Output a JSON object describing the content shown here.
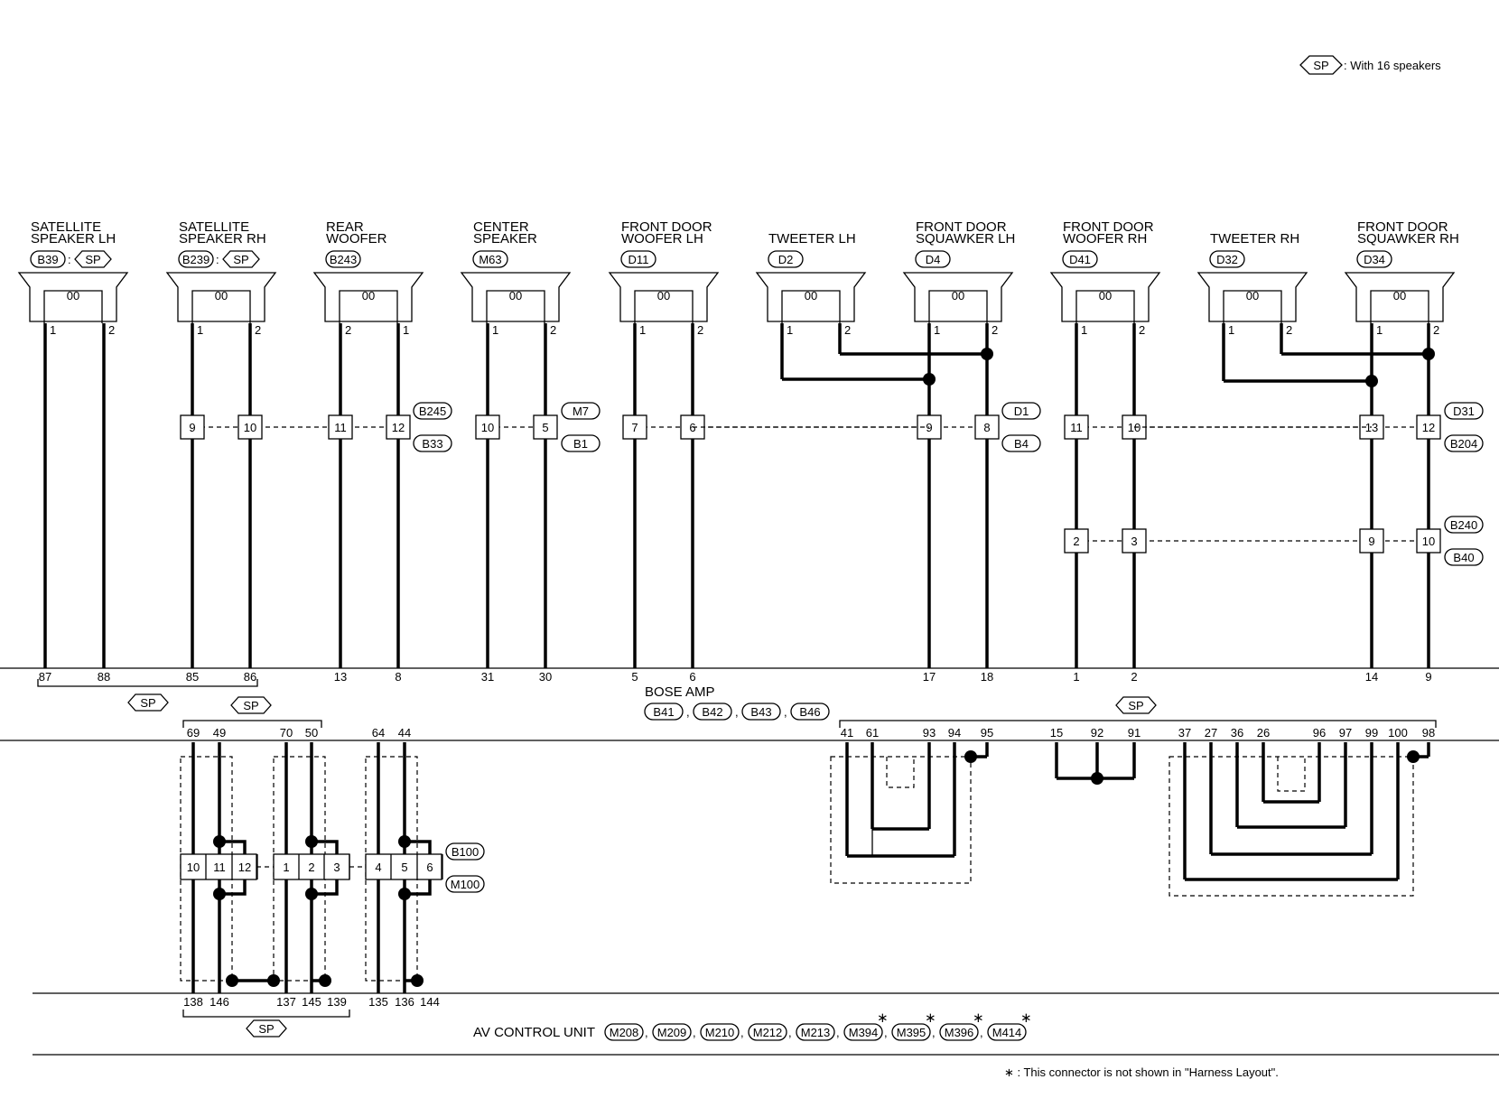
{
  "legend": {
    "sp_badge": "SP",
    "sp_text": ": With 16 speakers",
    "star_note": "∗ : This connector is not shown in \"Harness Layout\"."
  },
  "components": [
    {
      "id": "sat-lh",
      "name1": "SATELLITE",
      "name2": "SPEAKER LH",
      "connector": "B39",
      "sp": true,
      "pins": [
        "1",
        "2"
      ]
    },
    {
      "id": "sat-rh",
      "name1": "SATELLITE",
      "name2": "SPEAKER RH",
      "connector": "B239",
      "sp": true,
      "pins": [
        "1",
        "2"
      ]
    },
    {
      "id": "rear-woofer",
      "name1": "REAR",
      "name2": "WOOFER",
      "connector": "B243",
      "sp": false,
      "pins": [
        "2",
        "1"
      ]
    },
    {
      "id": "center-speaker",
      "name1": "CENTER",
      "name2": "SPEAKER",
      "connector": "M63",
      "sp": false,
      "pins": [
        "1",
        "2"
      ]
    },
    {
      "id": "front-door-woofer-lh",
      "name1": "FRONT DOOR",
      "name2": "WOOFER LH",
      "connector": "D11",
      "sp": false,
      "pins": [
        "1",
        "2"
      ]
    },
    {
      "id": "tweeter-lh",
      "name1": "",
      "name2": "TWEETER LH",
      "connector": "D2",
      "sp": false,
      "pins": [
        "1",
        "2"
      ]
    },
    {
      "id": "front-door-squawker-lh",
      "name1": "FRONT DOOR",
      "name2": "SQUAWKER LH",
      "connector": "D4",
      "sp": false,
      "pins": [
        "1",
        "2"
      ]
    },
    {
      "id": "front-door-woofer-rh",
      "name1": "FRONT DOOR",
      "name2": "WOOFER RH",
      "connector": "D41",
      "sp": false,
      "pins": [
        "1",
        "2"
      ]
    },
    {
      "id": "tweeter-rh",
      "name1": "",
      "name2": "TWEETER RH",
      "connector": "D32",
      "sp": false,
      "pins": [
        "1",
        "2"
      ]
    },
    {
      "id": "front-door-squawker-rh",
      "name1": "FRONT DOOR",
      "name2": "SQUAWKER RH",
      "connector": "D34",
      "sp": false,
      "pins": [
        "1",
        "2"
      ]
    }
  ],
  "inline_connectors_row1": [
    {
      "pins": [
        "9",
        "10",
        "11",
        "12"
      ],
      "labels": [
        "B245",
        "B33"
      ]
    },
    {
      "pins": [
        "10",
        "5"
      ],
      "labels": [
        "M7",
        "B1"
      ]
    },
    {
      "pins": [
        "7",
        "6",
        "9",
        "8"
      ],
      "labels": [
        "D1",
        "B4"
      ]
    },
    {
      "pins": [
        "11",
        "10",
        "13",
        "12"
      ],
      "labels": [
        "D31",
        "B204"
      ]
    }
  ],
  "inline_connectors_row2": [
    {
      "pins": [
        "2",
        "3",
        "9",
        "10"
      ],
      "labels": [
        "B240",
        "B40"
      ]
    }
  ],
  "bose_amp": {
    "label": "BOSE AMP",
    "connectors": [
      "B41",
      "B42",
      "B43",
      "B46"
    ],
    "top_pins": [
      "87",
      "88",
      "85",
      "86",
      "13",
      "8",
      "31",
      "30",
      "5",
      "6",
      "17",
      "18",
      "1",
      "2",
      "14",
      "9"
    ],
    "bottom_pins": [
      "69",
      "49",
      "70",
      "50",
      "64",
      "44",
      "41",
      "61",
      "93",
      "94",
      "95",
      "15",
      "92",
      "91",
      "37",
      "27",
      "36",
      "26",
      "96",
      "97",
      "99",
      "100",
      "98"
    ]
  },
  "joint_connector": {
    "pins": [
      "10",
      "11",
      "12",
      "1",
      "2",
      "3",
      "4",
      "5",
      "6"
    ],
    "labels": [
      "B100",
      "M100"
    ]
  },
  "av_control_unit": {
    "label": "AV CONTROL UNIT",
    "pins": [
      "138",
      "146",
      "137",
      "145",
      "139",
      "135",
      "136",
      "144"
    ],
    "connectors": [
      {
        "id": "M208",
        "star": false
      },
      {
        "id": "M209",
        "star": false
      },
      {
        "id": "M210",
        "star": false
      },
      {
        "id": "M212",
        "star": false
      },
      {
        "id": "M213",
        "star": false
      },
      {
        "id": "M394",
        "star": true
      },
      {
        "id": "M395",
        "star": true
      },
      {
        "id": "M396",
        "star": true
      },
      {
        "id": "M414",
        "star": true
      }
    ]
  },
  "sp_marks": [
    "SP",
    "SP",
    "SP",
    "SP"
  ]
}
